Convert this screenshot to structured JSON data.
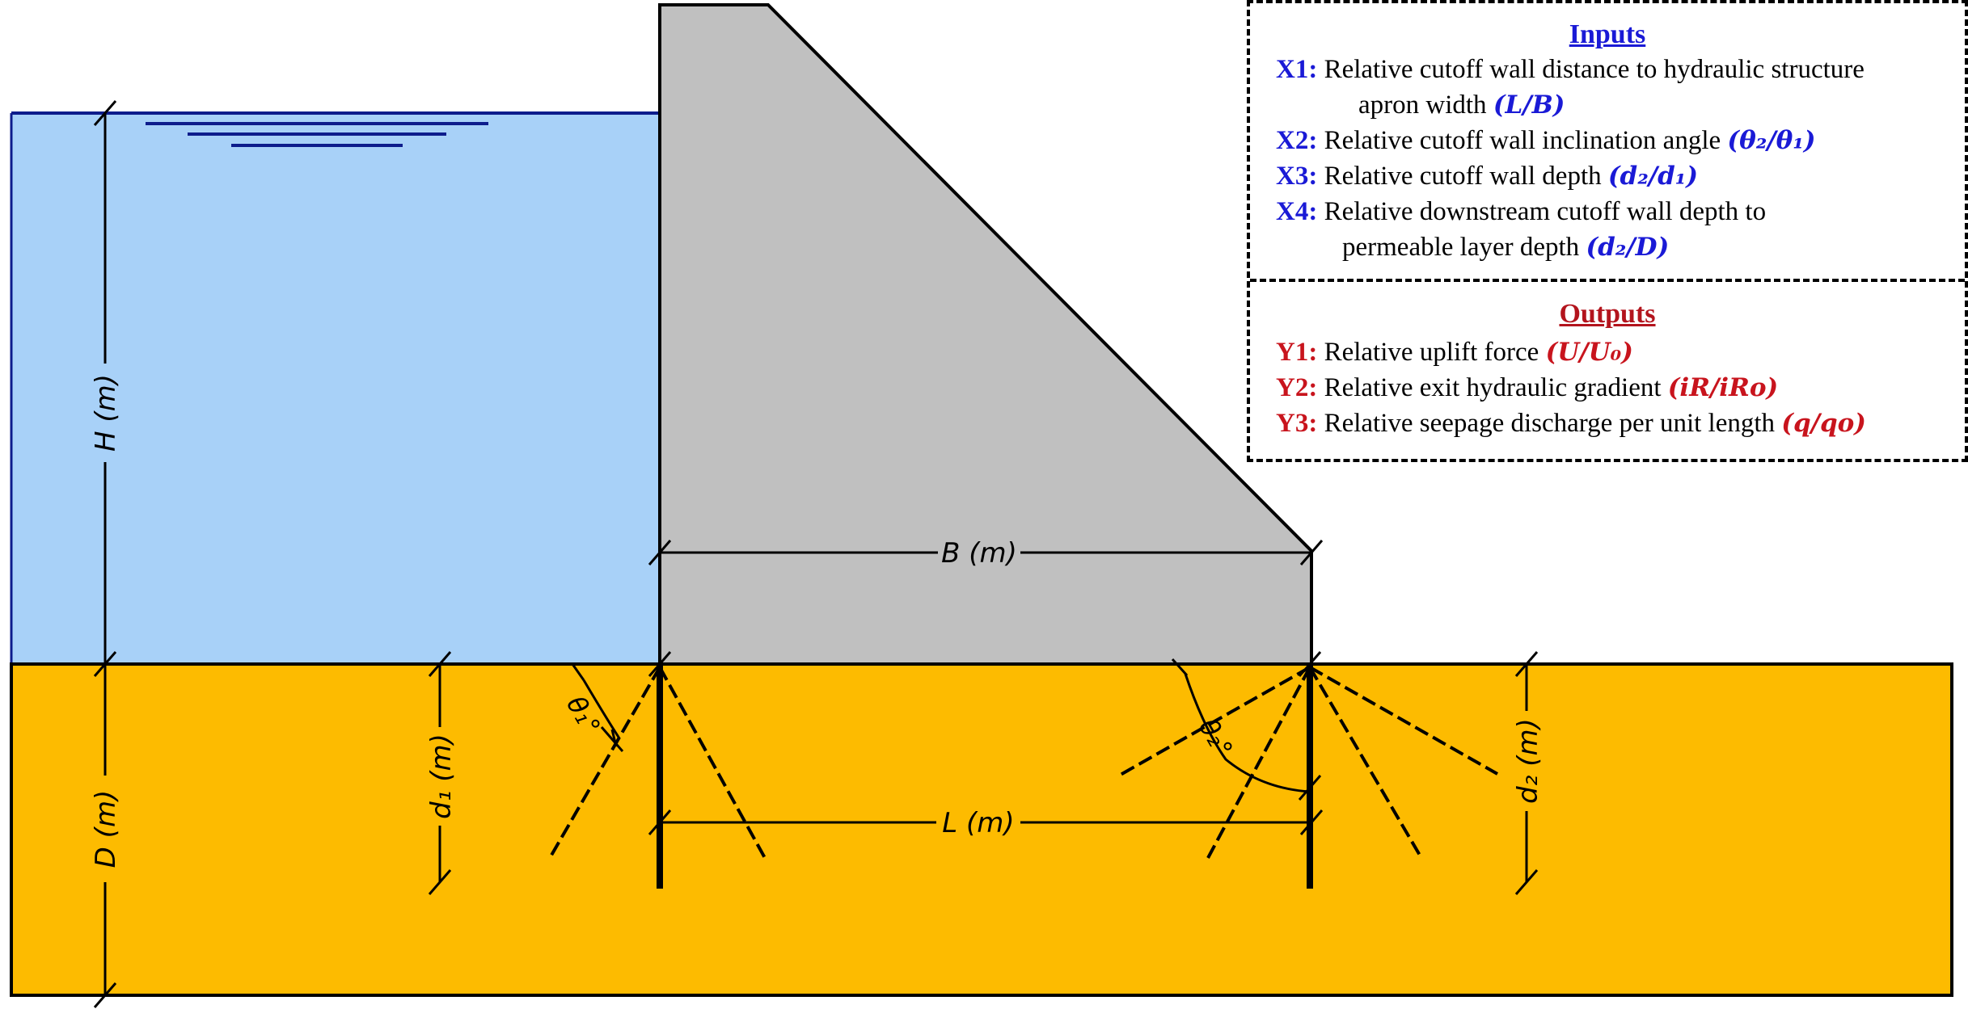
{
  "labels": {
    "H": "H (m)",
    "D": "D (m)",
    "B": "B (m)",
    "L": "L (m)",
    "d1": "d₁ (m)",
    "d2": "d₂ (m)",
    "theta1": "θ₁°",
    "theta2": "θ₂°"
  },
  "legend": {
    "inputs_title": "Inputs",
    "outputs_title": "Outputs",
    "inputs": [
      {
        "code": "X1:",
        "text": "Relative cutoff wall distance to hydraulic structure",
        "cont": "apron width",
        "expr": "(L/B)"
      },
      {
        "code": "X2:",
        "text": "Relative cutoff wall inclination angle",
        "expr": "(θ₂/θ₁)"
      },
      {
        "code": "X3:",
        "text": "Relative cutoff wall depth",
        "expr": "(d₂/d₁)"
      },
      {
        "code": "X4:",
        "text": "Relative downstream cutoff wall depth to",
        "cont": "permeable layer depth",
        "expr": "(d₂/D)"
      }
    ],
    "outputs": [
      {
        "code": "Y1:",
        "text": "Relative uplift force",
        "expr": "(U/U₀)"
      },
      {
        "code": "Y2:",
        "text": "Relative exit hydraulic gradient",
        "expr": "(iR/iRo)"
      },
      {
        "code": "Y3:",
        "text": "Relative seepage discharge per unit length",
        "expr": "(q/qo)"
      }
    ]
  },
  "colors": {
    "water": "#a8d1f8",
    "water_edge": "#0d1c8c",
    "dam": "#c0c0c0",
    "soil": "#fdbb00",
    "inputs_accent": "#1a1ad6",
    "outputs_accent": "#c8141d"
  }
}
